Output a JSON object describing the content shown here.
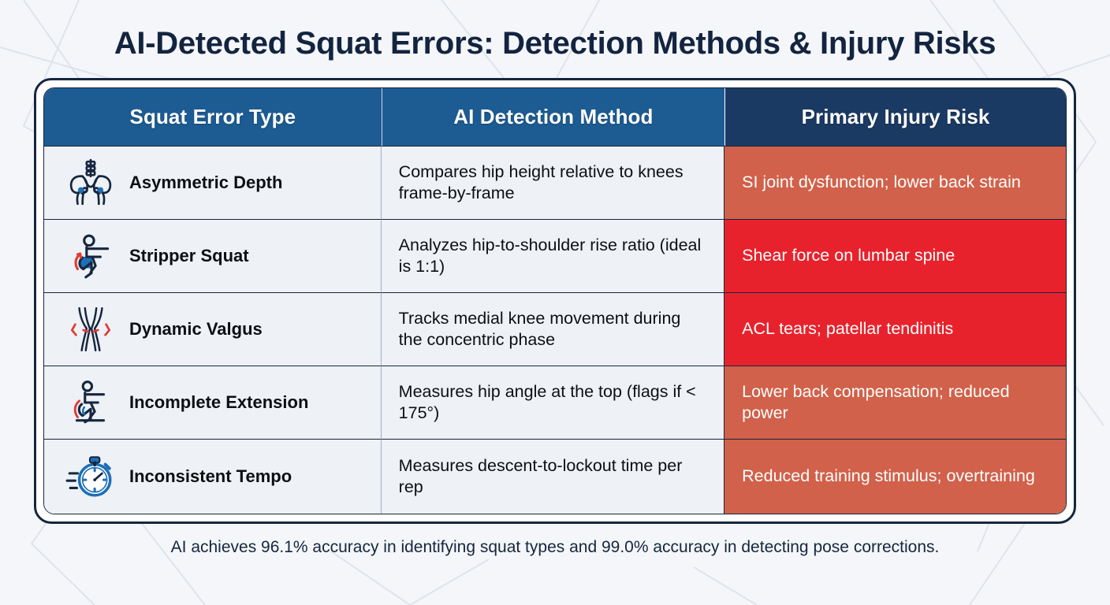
{
  "title": "AI-Detected Squat Errors: Detection Methods & Injury Risks",
  "footer": "AI achieves 96.1% accuracy in identifying squat types and 99.0% accuracy in detecting pose corrections.",
  "colors": {
    "header_blue": "#1d5c93",
    "header_dark_blue": "#1a3a63",
    "risk_high": "#e8222c",
    "risk_moderate": "#d1614a",
    "cell_background": "#eef1f5",
    "border_navy": "#16263f",
    "title_navy": "#132440",
    "page_background": "#f4f6f9",
    "icon_navy": "#16263f",
    "icon_blue": "#1d6fb8",
    "icon_red": "#e03a33"
  },
  "table": {
    "columns": [
      {
        "label": "Squat Error Type"
      },
      {
        "label": "AI Detection Method"
      },
      {
        "label": "Primary Injury Risk"
      }
    ],
    "rows": [
      {
        "icon": "pelvis-icon",
        "error": "Asymmetric Depth",
        "method": "Compares hip height relative to knees frame-by-frame",
        "risk": "SI joint dysfunction; lower back strain",
        "risk_level": "moderate",
        "risk_color": "#d1614a"
      },
      {
        "icon": "squat-figure-icon",
        "error": "Stripper Squat",
        "method": "Analyzes hip-to-shoulder rise ratio (ideal is 1:1)",
        "risk": "Shear force on lumbar spine",
        "risk_level": "high",
        "risk_color": "#e8222c"
      },
      {
        "icon": "knee-valgus-icon",
        "error": "Dynamic Valgus",
        "method": "Tracks medial knee movement during the concentric phase",
        "risk": "ACL tears; patellar tendinitis",
        "risk_level": "high",
        "risk_color": "#e8222c"
      },
      {
        "icon": "squat-extension-icon",
        "error": "Incomplete Extension",
        "method": "Measures hip angle at the top (flags if < 175°)",
        "risk": "Lower back compensation; reduced power",
        "risk_level": "moderate",
        "risk_color": "#d1614a"
      },
      {
        "icon": "stopwatch-icon",
        "error": "Inconsistent Tempo",
        "method": "Measures descent-to-lockout time per rep",
        "risk": "Reduced training stimulus; overtraining",
        "risk_level": "moderate",
        "risk_color": "#d1614a"
      }
    ]
  }
}
